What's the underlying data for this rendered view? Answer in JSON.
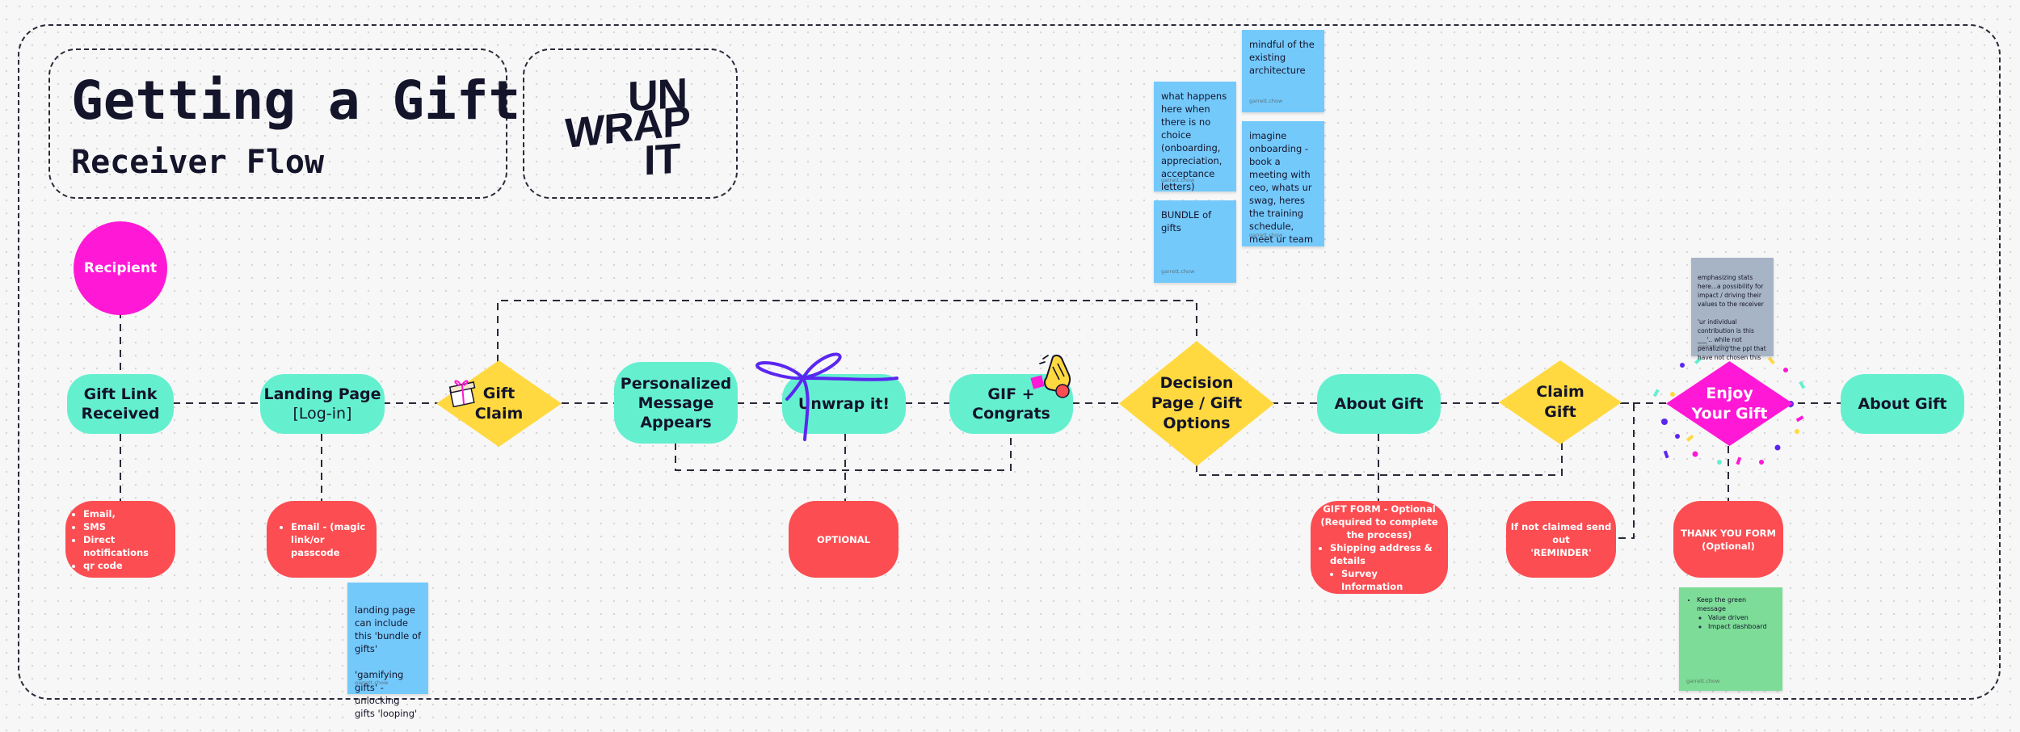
{
  "title": {
    "main": "Getting a Gift",
    "sub": "Receiver Flow"
  },
  "logo": {
    "line1": "UN",
    "line2": "WRAP",
    "line3": "IT"
  },
  "nodes": {
    "recipient": "Recipient",
    "gift_link": "Gift Link\nReceived",
    "landing": "Landing Page",
    "landing_sub": "[Log-in]",
    "gift_claim": "Gift\nClaim",
    "personalized": "Personalized\nMessage\nAppears",
    "unwrap": "Unwrap it!",
    "gif_congrats": "GIF + Congrats",
    "decision": "Decision\nPage / Gift\nOptions",
    "about_gift_1": "About Gift",
    "claim_gift": "Claim\nGift",
    "enjoy": "Enjoy\nYour Gift",
    "about_gift_2": "About Gift"
  },
  "notes": {
    "gift_link_list": [
      "Email,",
      "SMS",
      "Direct notifications",
      "qr code"
    ],
    "landing_list": [
      "Email - (magic link/or passcode"
    ],
    "optional": "OPTIONAL",
    "gift_form_title": "GIFT FORM - Optional\n(Required to complete the process)",
    "gift_form_list": [
      "Shipping address & details",
      "Survey Information"
    ],
    "reminder": "If not claimed send out\n'REMINDER'",
    "thank_you": "THANK YOU FORM\n(Optional)"
  },
  "stickies": {
    "landing_bundle": "landing page can include this 'bundle of gifts'\n\n'gamifying gifts' - unlocking gifts 'looping'",
    "no_choice": "what happens here when there is no choice (onboarding, appreciation, acceptance letters)",
    "bundle": "BUNDLE of gifts",
    "mindful": "mindful of the existing architecture",
    "imagine": "imagine onboarding - book a meeting with ceo, whats ur swag, heres the training schedule, meet ur team",
    "stats": "emphasizing stats here...a possibility for impact / driving their values to the receiver\n\n'ur individual contribution is this ___'.. while not penalizing the ppl that have not chosen this",
    "green_items": [
      "Keep the green message"
    ],
    "green_subitems": [
      "Value driven",
      "Impact dashboard"
    ],
    "author": "garrett.chow"
  },
  "colors": {
    "teal": "#64f0cf",
    "magenta": "#ff18d6",
    "yellow": "#ffd93f",
    "red": "#fb4d52",
    "sticky_blue": "#74c9fb",
    "sticky_gray": "#a6b4c6",
    "sticky_green": "#7ddc97",
    "ink": "#14142b"
  },
  "icons": [
    "gift-box-icon",
    "ribbon-bow-icon",
    "clapping-hands-icon",
    "confetti-icon"
  ]
}
